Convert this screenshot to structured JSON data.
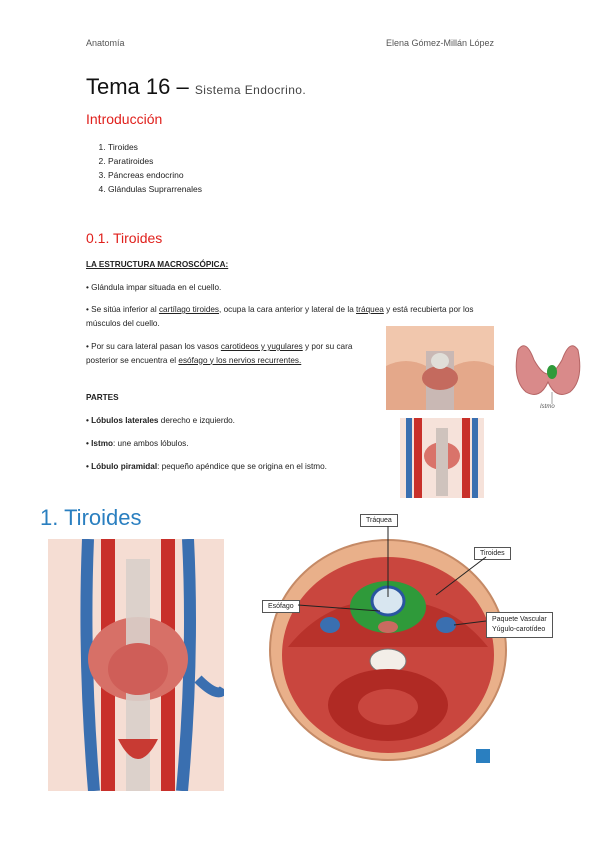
{
  "header": {
    "left": "Anatomía",
    "right": "Elena Gómez-Millán López"
  },
  "title": {
    "main": "Tema 16 –",
    "sub": "Sistema Endocrino."
  },
  "intro": {
    "heading": "Introducción",
    "items": [
      "Tiroides",
      "Paratiroides",
      "Páncreas endocrino",
      "Glándulas Suprarrenales"
    ]
  },
  "section": {
    "heading": "0.1.  Tiroides",
    "subheading": "LA ESTRUCTURA MACROSCÓPICA:",
    "p1": "• Glándula impar situada en el cuello.",
    "p2_a": "• Se sitúa inferior al ",
    "p2_link1": "cartílago tiroides",
    "p2_b": ", ocupa la cara anterior y lateral de la ",
    "p2_link2": "tráquea",
    "p2_c": " y está recubierta por los músculos del cuello.",
    "p3_a": "• Por su cara lateral pasan los vasos ",
    "p3_link1": "carotideos y yugulares",
    "p3_b": " y por su cara posterior se encuentra el ",
    "p3_link2": "esófago y los nervios recurrentes.",
    "partes": "PARTES",
    "part1_b": "• Lóbulos laterales",
    "part1_t": " derecho e izquierdo.",
    "part2_b": "• Istmo",
    "part2_t": ": une ambos lóbulos.",
    "part3_b": "• Lóbulo piramidal",
    "part3_t": ": pequeño apéndice que se origina en el istmo."
  },
  "figures": {
    "small_label": "Istmo",
    "slide_title": "1. Tiroides",
    "labels": {
      "traquea": "Tráquea",
      "tiroides": "Tiroides",
      "esofago": "Esófago",
      "paquete1": "Paquete Vascular",
      "paquete2": "Yúgulo-carotídeo"
    }
  }
}
